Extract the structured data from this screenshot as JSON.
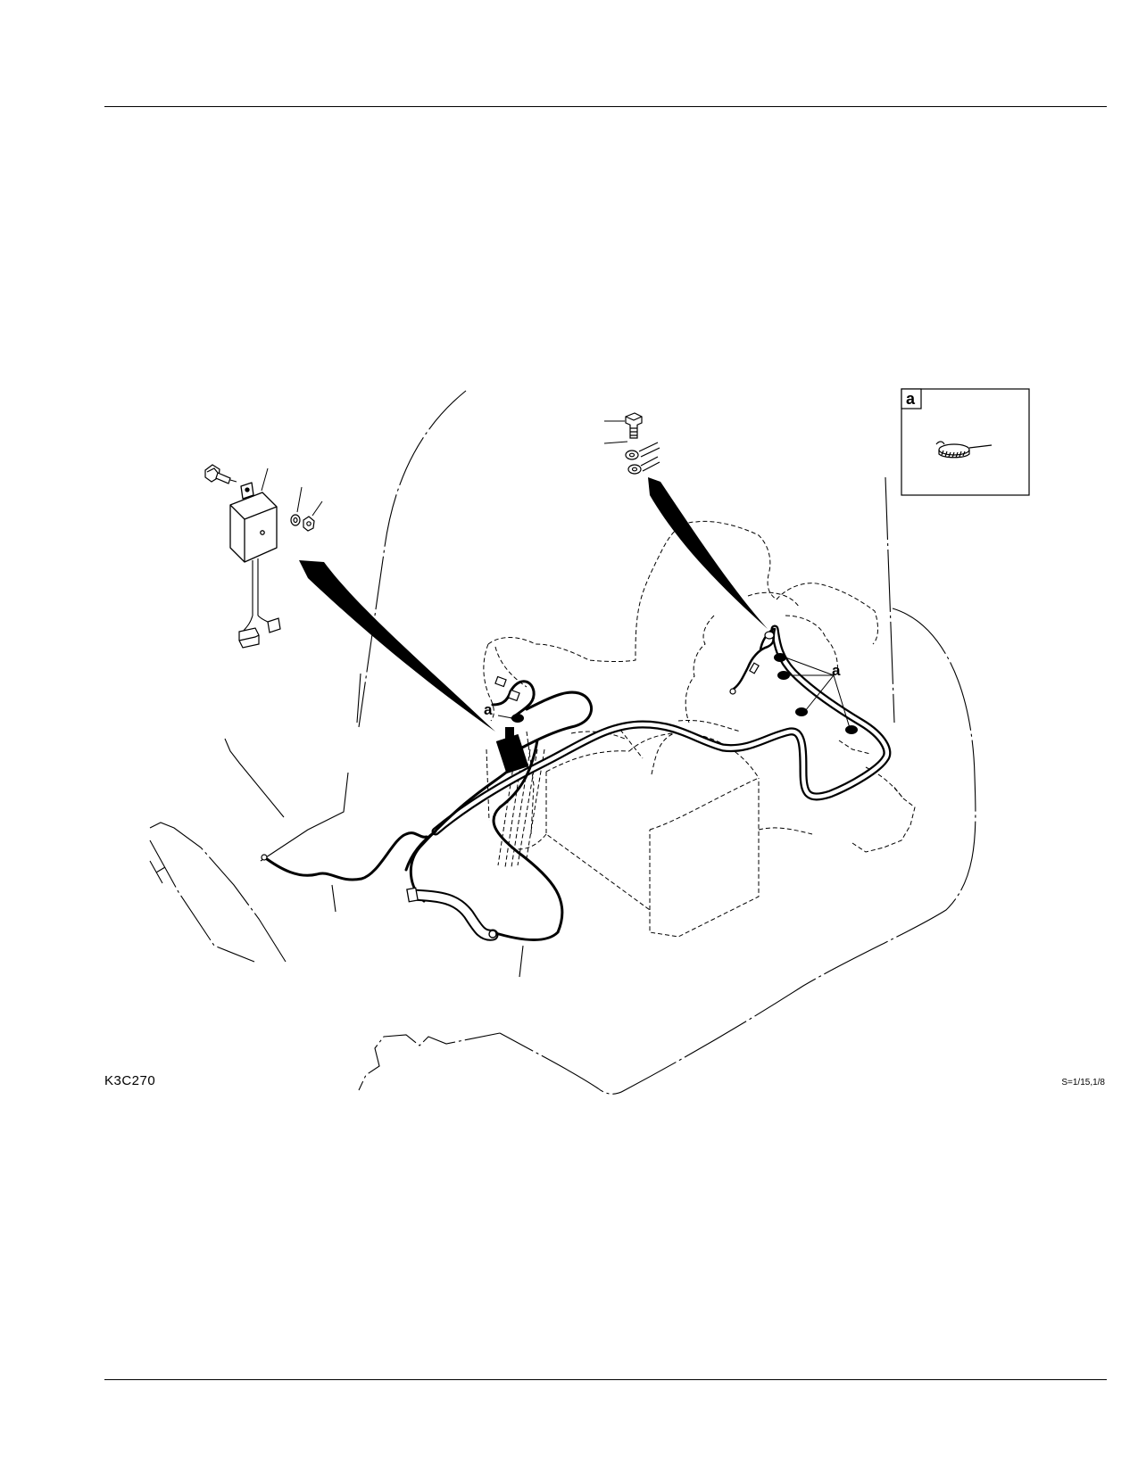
{
  "figure": {
    "code": "K3C270",
    "scale": "S=1/15,1/8"
  },
  "callouts": {
    "a_left": "a",
    "a_right": "a"
  },
  "inset": {
    "tag": "a"
  },
  "colors": {
    "ink": "#000000",
    "paper": "#ffffff"
  }
}
